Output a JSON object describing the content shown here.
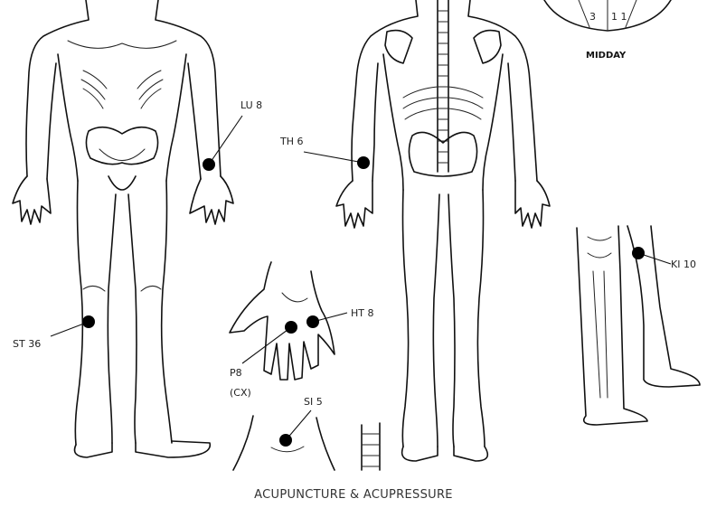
{
  "caption": "ACUPUNCTURE & ACUPRESSURE",
  "clock": {
    "label": "MIDDAY",
    "numerals": [
      "3",
      "1 1"
    ]
  },
  "points": [
    {
      "id": "lu8",
      "label": "LU 8"
    },
    {
      "id": "th6",
      "label": "TH 6"
    },
    {
      "id": "st36",
      "label": "ST 36"
    },
    {
      "id": "ht8",
      "label": "HT 8"
    },
    {
      "id": "p8",
      "label": "P8"
    },
    {
      "id": "p8cx",
      "label": "(CX)"
    },
    {
      "id": "si5",
      "label": "SI 5"
    },
    {
      "id": "ki10",
      "label": "KI 10"
    }
  ],
  "colors": {
    "ink": "#111111",
    "background": "#ffffff",
    "caption": "#333333"
  }
}
